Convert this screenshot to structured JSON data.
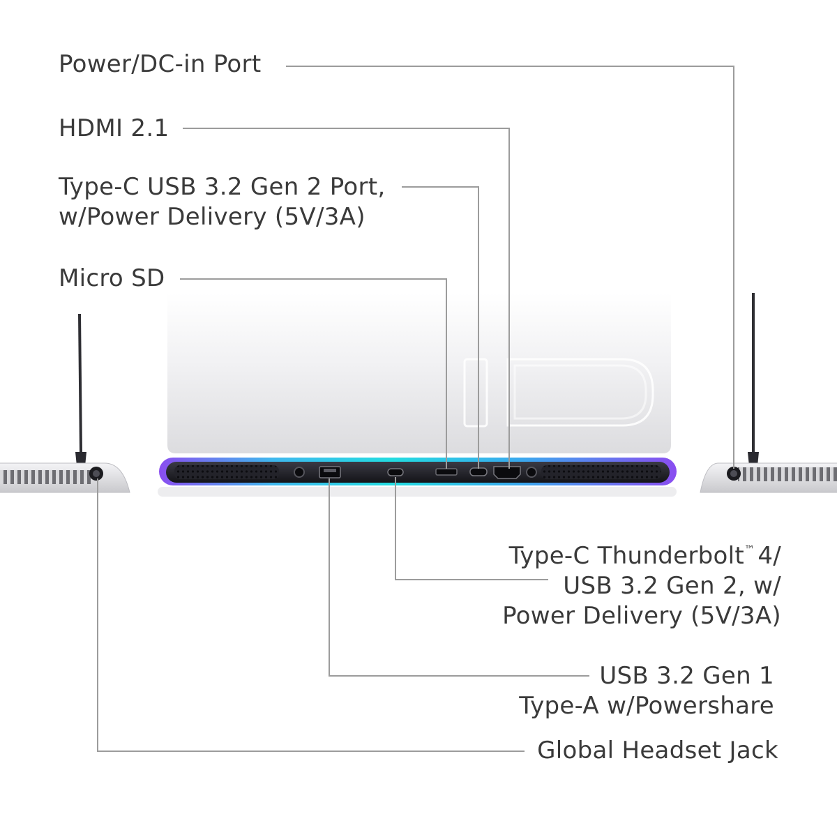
{
  "labels": {
    "power_dc_in": "Power/DC-in Port",
    "hdmi": "HDMI 2.1",
    "usb_c_gen2": {
      "line1": "Type-C USB 3.2 Gen 2 Port,",
      "line2": "w/Power Delivery (5V/3A)"
    },
    "micro_sd": "Micro SD",
    "thunderbolt": {
      "line1_a": "Type-C Thunderbolt",
      "trademark": "™",
      "line1_b": "4/",
      "line2": "USB 3.2 Gen 2, w/",
      "line3": "Power Delivery (5V/3A)"
    },
    "usb_a_gen1": {
      "line1": "USB 3.2 Gen 1",
      "line2": "Type-A w/Powershare"
    },
    "headset_jack": "Global Headset Jack"
  },
  "colors": {
    "text": "#3a3a3a",
    "leader_line": "#9c9c9c",
    "chassis_silver": "#e9e9ec",
    "rear_panel": "#1e1e24",
    "light_bar_purple": "#7a4de0",
    "light_bar_cyan": "#26d6e0"
  }
}
